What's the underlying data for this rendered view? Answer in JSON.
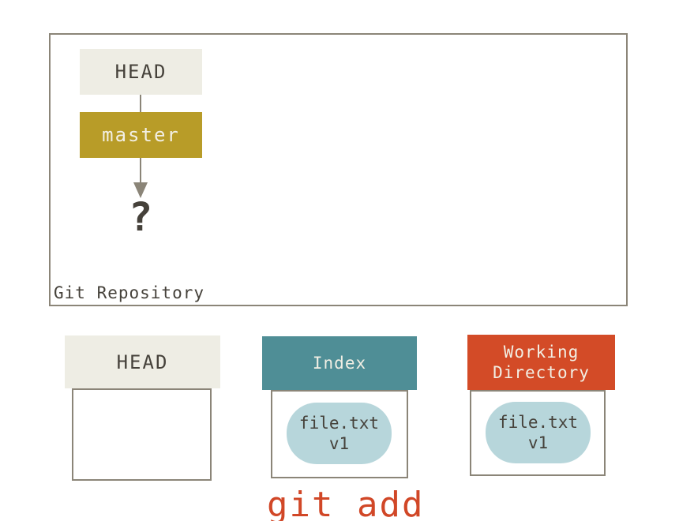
{
  "repository": {
    "label": "Git Repository",
    "head_label": "HEAD",
    "branch_label": "master",
    "unknown_commit": "?"
  },
  "areas": [
    {
      "id": "head",
      "title": "HEAD",
      "files": []
    },
    {
      "id": "index",
      "title": "Index",
      "files": [
        {
          "name": "file.txt",
          "version": "v1"
        }
      ]
    },
    {
      "id": "working-directory",
      "title": "Working Directory",
      "title_lines": [
        "Working",
        "Directory"
      ],
      "files": [
        {
          "name": "file.txt",
          "version": "v1"
        }
      ]
    }
  ],
  "caption": "git add",
  "colors": {
    "cream": "#EEEDE4",
    "gold": "#B89C28",
    "teal": "#4F8E96",
    "red": "#D34B27",
    "blob": "#B7D6DB",
    "line": "#8B8578",
    "ink": "#45413A",
    "paper_text": "#F2EFE4",
    "caption": "#D14727",
    "bg": "#FFFFFF"
  }
}
